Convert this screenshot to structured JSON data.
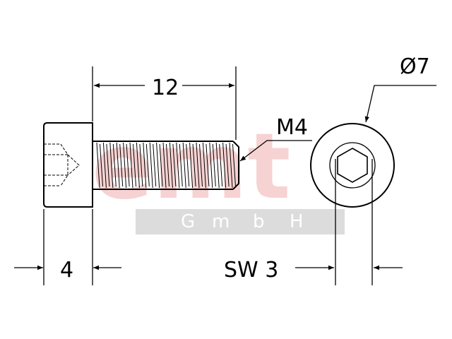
{
  "drawing": {
    "length_label": "12",
    "thread_label": "M4",
    "head_diameter_label": "Ø7",
    "head_height_label": "4",
    "hex_socket_label": "SW 3"
  },
  "watermark": {
    "main": "emt",
    "sub_letters": [
      "G",
      "m",
      "b",
      "H"
    ]
  },
  "colors": {
    "line": "#000000",
    "watermark_red": "#f7d2d2",
    "watermark_bar": "#dcdcdc"
  }
}
